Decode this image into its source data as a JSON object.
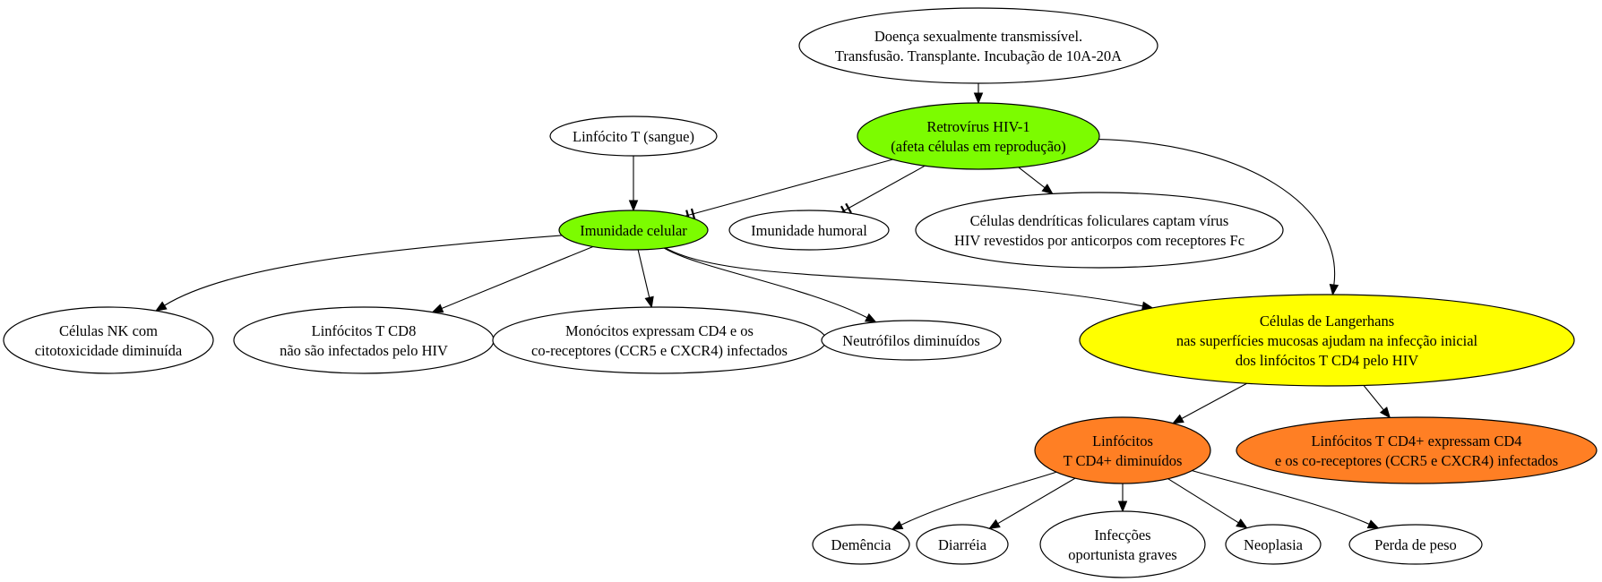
{
  "colors": {
    "green": "#7CFC00",
    "yellow": "#FFFF00",
    "orange": "#FF7F24",
    "white": "#FFFFFF",
    "line": "#000000"
  },
  "nodes": {
    "dst": {
      "lines": [
        "Doença sexualmente transmissível.",
        "Transfusão. Transplante. Incubação de 10A-20A"
      ],
      "fill": "white"
    },
    "hiv": {
      "lines": [
        "Retrovírus HIV-1",
        "(afeta células em reprodução)"
      ],
      "fill": "green"
    },
    "linf_t": {
      "lines": [
        "Linfócito T (sangue)"
      ],
      "fill": "white"
    },
    "imun_cel": {
      "lines": [
        "Imunidade celular"
      ],
      "fill": "green"
    },
    "imun_hum": {
      "lines": [
        "Imunidade humoral"
      ],
      "fill": "white"
    },
    "dendriticas": {
      "lines": [
        "Células dendríticas foliculares captam vírus",
        "HIV revestidos por anticorpos com receptores Fc"
      ],
      "fill": "white"
    },
    "nk": {
      "lines": [
        "Células NK com",
        "citotoxicidade diminuída"
      ],
      "fill": "white"
    },
    "cd8": {
      "lines": [
        "Linfócitos T CD8",
        "não são infectados pelo HIV"
      ],
      "fill": "white"
    },
    "monocitos": {
      "lines": [
        "Monócitos expressam CD4 e os",
        "co-receptores (CCR5 e CXCR4) infectados"
      ],
      "fill": "white"
    },
    "neutrofilos": {
      "lines": [
        "Neutrófilos diminuídos"
      ],
      "fill": "white"
    },
    "langerhans": {
      "lines": [
        "Células de Langerhans",
        "nas superfícies mucosas ajudam na infecção inicial",
        "dos linfócitos T CD4 pelo HIV"
      ],
      "fill": "yellow"
    },
    "cd4_dim": {
      "lines": [
        "Linfócitos",
        "T CD4+ diminuídos"
      ],
      "fill": "orange"
    },
    "cd4_exp": {
      "lines": [
        "Linfócitos T CD4+ expressam CD4",
        "e os co-receptores (CCR5 e CXCR4) infectados"
      ],
      "fill": "orange"
    },
    "demencia": {
      "lines": [
        "Demência"
      ],
      "fill": "white"
    },
    "diarreia": {
      "lines": [
        "Diarréia"
      ],
      "fill": "white"
    },
    "infeccoes": {
      "lines": [
        "Infecções",
        "oportunista graves"
      ],
      "fill": "white"
    },
    "neoplasia": {
      "lines": [
        "Neoplasia"
      ],
      "fill": "white"
    },
    "perda_peso": {
      "lines": [
        "Perda de peso"
      ],
      "fill": "white"
    }
  },
  "edges": [
    {
      "from": "dst",
      "to": "hiv",
      "head": "arrow"
    },
    {
      "from": "linf_t",
      "to": "imun_cel",
      "head": "arrow"
    },
    {
      "from": "hiv",
      "to": "imun_cel",
      "head": "tee"
    },
    {
      "from": "hiv",
      "to": "imun_hum",
      "head": "tee"
    },
    {
      "from": "hiv",
      "to": "dendriticas",
      "head": "arrow"
    },
    {
      "from": "hiv",
      "to": "langerhans",
      "head": "arrow"
    },
    {
      "from": "imun_cel",
      "to": "nk",
      "head": "arrow"
    },
    {
      "from": "imun_cel",
      "to": "cd8",
      "head": "arrow"
    },
    {
      "from": "imun_cel",
      "to": "monocitos",
      "head": "arrow"
    },
    {
      "from": "imun_cel",
      "to": "neutrofilos",
      "head": "arrow"
    },
    {
      "from": "imun_cel",
      "to": "langerhans",
      "head": "arrow"
    },
    {
      "from": "langerhans",
      "to": "cd4_dim",
      "head": "arrow"
    },
    {
      "from": "langerhans",
      "to": "cd4_exp",
      "head": "arrow"
    },
    {
      "from": "cd4_dim",
      "to": "demencia",
      "head": "arrow"
    },
    {
      "from": "cd4_dim",
      "to": "diarreia",
      "head": "arrow"
    },
    {
      "from": "cd4_dim",
      "to": "infeccoes",
      "head": "arrow"
    },
    {
      "from": "cd4_dim",
      "to": "neoplasia",
      "head": "arrow"
    },
    {
      "from": "cd4_dim",
      "to": "perda_peso",
      "head": "arrow"
    }
  ]
}
